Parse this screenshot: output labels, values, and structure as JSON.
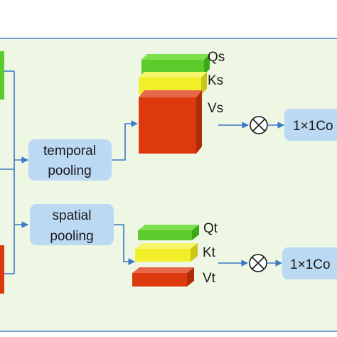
{
  "nodes": {
    "temporal_pooling": {
      "line1": "temporal",
      "line2": "pooling"
    },
    "spatial_pooling": {
      "line1": "spatial",
      "line2": "pooling"
    },
    "conv_top": {
      "label": "1×1Co"
    },
    "conv_bottom": {
      "label": "1×1Co"
    }
  },
  "tensor_labels": {
    "qs": "Qs",
    "ks": "Ks",
    "vs": "Vs",
    "qt": "Qt",
    "kt": "Kt",
    "vt": "Vt"
  },
  "operators": {
    "multiply": "⊗"
  },
  "colors": {
    "panel_fill": "#eef7e4",
    "panel_border": "#4a7fc6",
    "node_fill": "#bcd9f3",
    "arrow": "#3a78c8",
    "green": "#5ccc2c",
    "yellow": "#f1ef2a",
    "red": "#dc3a0e"
  }
}
